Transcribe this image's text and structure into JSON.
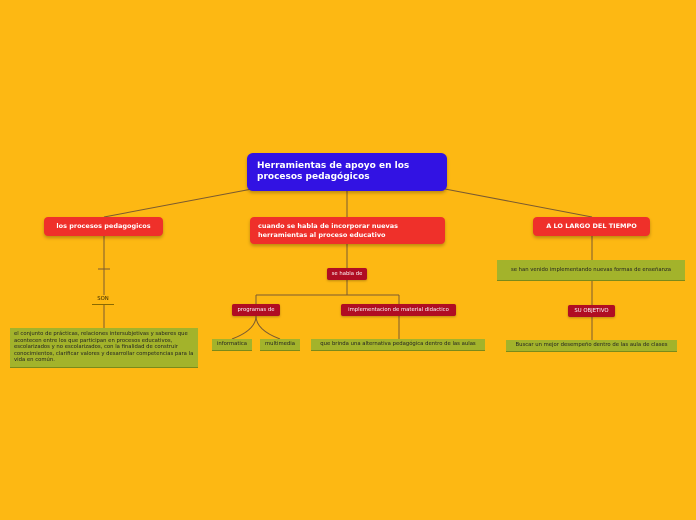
{
  "colors": {
    "background": "#FDB813",
    "central": "#3212E3",
    "main": "#EF302A",
    "sub": "#B00D23",
    "leaf": "#A3B32B",
    "link": "#7A5A30"
  },
  "nodes": {
    "central": "Herramientas de apoyo en los procesos pedagógicos",
    "left_main": "los procesos pedagogicos",
    "center_main": "cuando se habla de incorporar nuevas herramientas al proceso educativo",
    "right_main": "A LO LARGO DEL TIEMPO",
    "son": "SON",
    "definition": "el conjunto de prácticas, relaciones intersubjetivas y saberes que acontecen entre los que participan en procesos educativos, escolarizados y no escolarizados, con la finalidad de construir conocimientos, clarificar valores y desarrollar competencias para la vida en común.",
    "se_habla_de": "se habla de",
    "programas_de": "programas de",
    "implementacion": "implementacion de material didactico",
    "informatica": "informatica",
    "multimedia": "multimedia",
    "alternativa": "que brinda una alternativa pedagógica dentro de las aulas",
    "nuevas_formas": "se han venido implementando nuevas formas de enseñanza",
    "su_objetivo": "SU OBJETIVO",
    "mejor_desempeno": "Buscar un mejor desempeño dentro de las aula de clases"
  }
}
